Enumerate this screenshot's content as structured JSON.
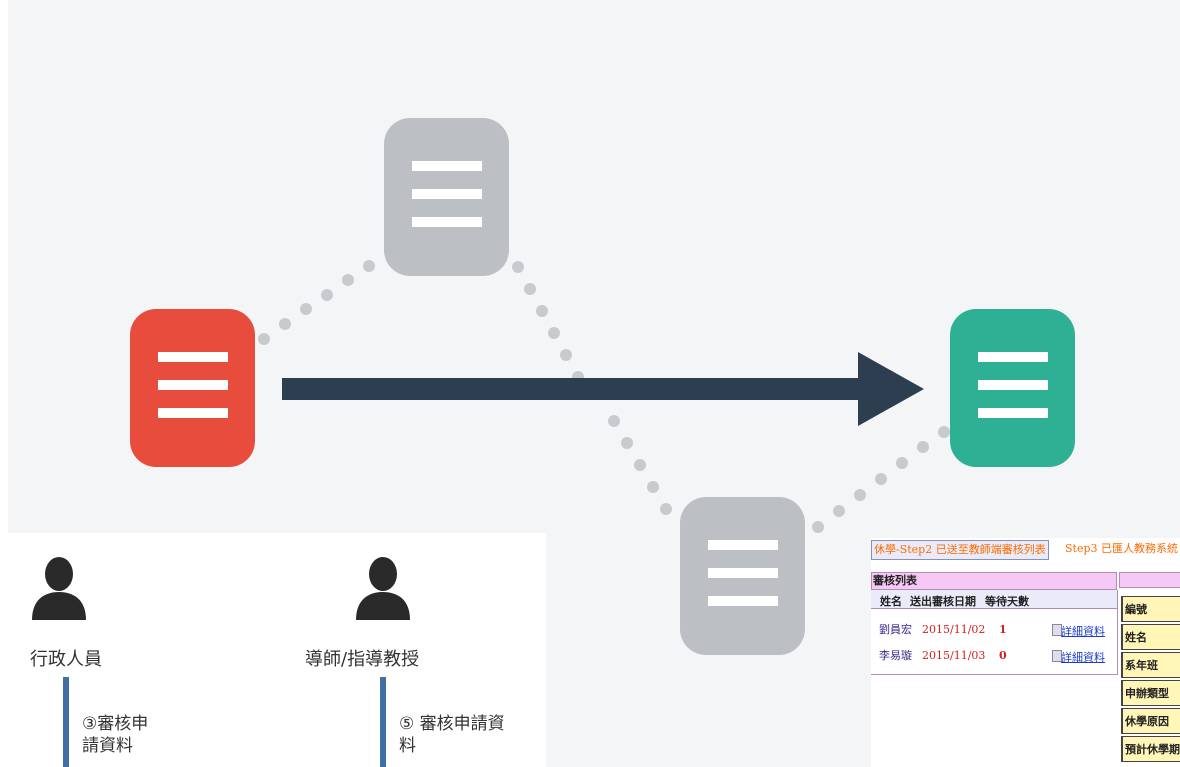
{
  "icons": {
    "red_doc": {
      "color": "#e74c3c",
      "icon": "document-lines-icon"
    },
    "green_doc": {
      "color": "#2eb094",
      "icon": "document-lines-icon"
    },
    "gray_doc": {
      "color": "#bcc0c4",
      "icon": "document-lines-icon"
    },
    "arrow_color": "#2c3e50"
  },
  "people": [
    {
      "label": "行政人員",
      "step": "③審核申請資料"
    },
    {
      "label": "導師/指導教授",
      "step": "⑤ 審核申請資料"
    }
  ],
  "review": {
    "tabs": [
      "休學-Step2 已送至教師端審核列表",
      "Step3 已匯人教務系統"
    ],
    "list_title": "審核列表",
    "headers": [
      "姓名",
      "送出審核日期",
      "等待天數"
    ],
    "rows": [
      {
        "name": "劉員宏",
        "date": "2015/11/02",
        "days": "1",
        "link": "詳細資料"
      },
      {
        "name": "李易璇",
        "date": "2015/11/03",
        "days": "0",
        "link": "詳細資料"
      }
    ],
    "fields": [
      "編號",
      "姓名",
      "系年班",
      "申辦類型",
      "休學原因",
      "預計休學期"
    ]
  }
}
